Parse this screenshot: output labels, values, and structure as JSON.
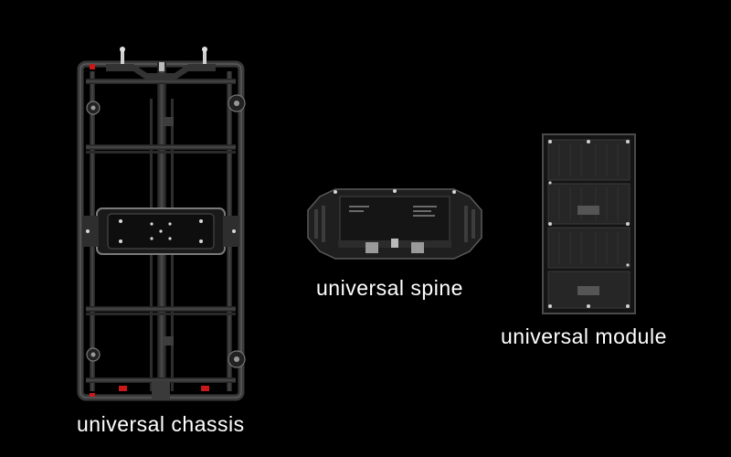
{
  "products": {
    "chassis": {
      "label": "universal chassis"
    },
    "spine": {
      "label": "universal spine"
    },
    "module": {
      "label": "universal module"
    }
  },
  "colors": {
    "background": "#000000",
    "frame": "#2a2a2a",
    "frame_highlight": "#5a5a5a",
    "accent_red": "#c8181a",
    "caption": "#ffffff"
  }
}
